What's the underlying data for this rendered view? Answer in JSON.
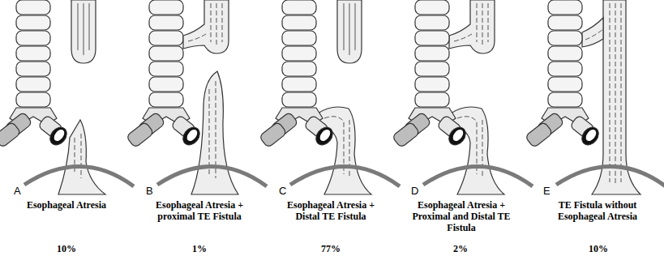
{
  "diagram": {
    "labels": [
      "A",
      "B",
      "C",
      "D",
      "E",
      "Esophageal Atresia",
      "Esophageal Atresia + proximal TE Fistula",
      "Esophageal Atresia + Distal TE Fistula",
      "Esophageal Atresia + Proximal and Distal TE Fistula",
      "TE Fistula without Esophageal Atresia",
      "10%",
      "1%",
      "77%",
      "2%",
      "10%"
    ]
  }
}
